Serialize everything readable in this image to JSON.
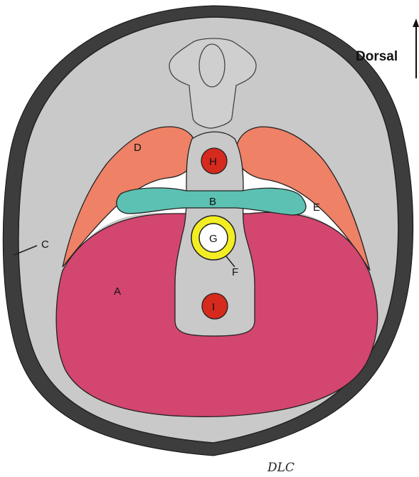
{
  "diagram": {
    "orientation_label": "Dorsal",
    "signature": "DLC",
    "labels": {
      "A": "A",
      "B": "B",
      "C": "C",
      "D": "D",
      "E": "E",
      "F": "F",
      "G": "G",
      "H": "H",
      "I": "I"
    },
    "colors": {
      "skin": "#3d3d3d",
      "tissue": "#c9c9c9",
      "muscle_A": "#d2466f",
      "muscle_D": "#ee8166",
      "band_B": "#5cc1b2",
      "vessel_H_I": "#d52a1d",
      "ring_F": "#f3ee23",
      "lumen_G": "#ffffff",
      "background": "#ffffff"
    }
  }
}
